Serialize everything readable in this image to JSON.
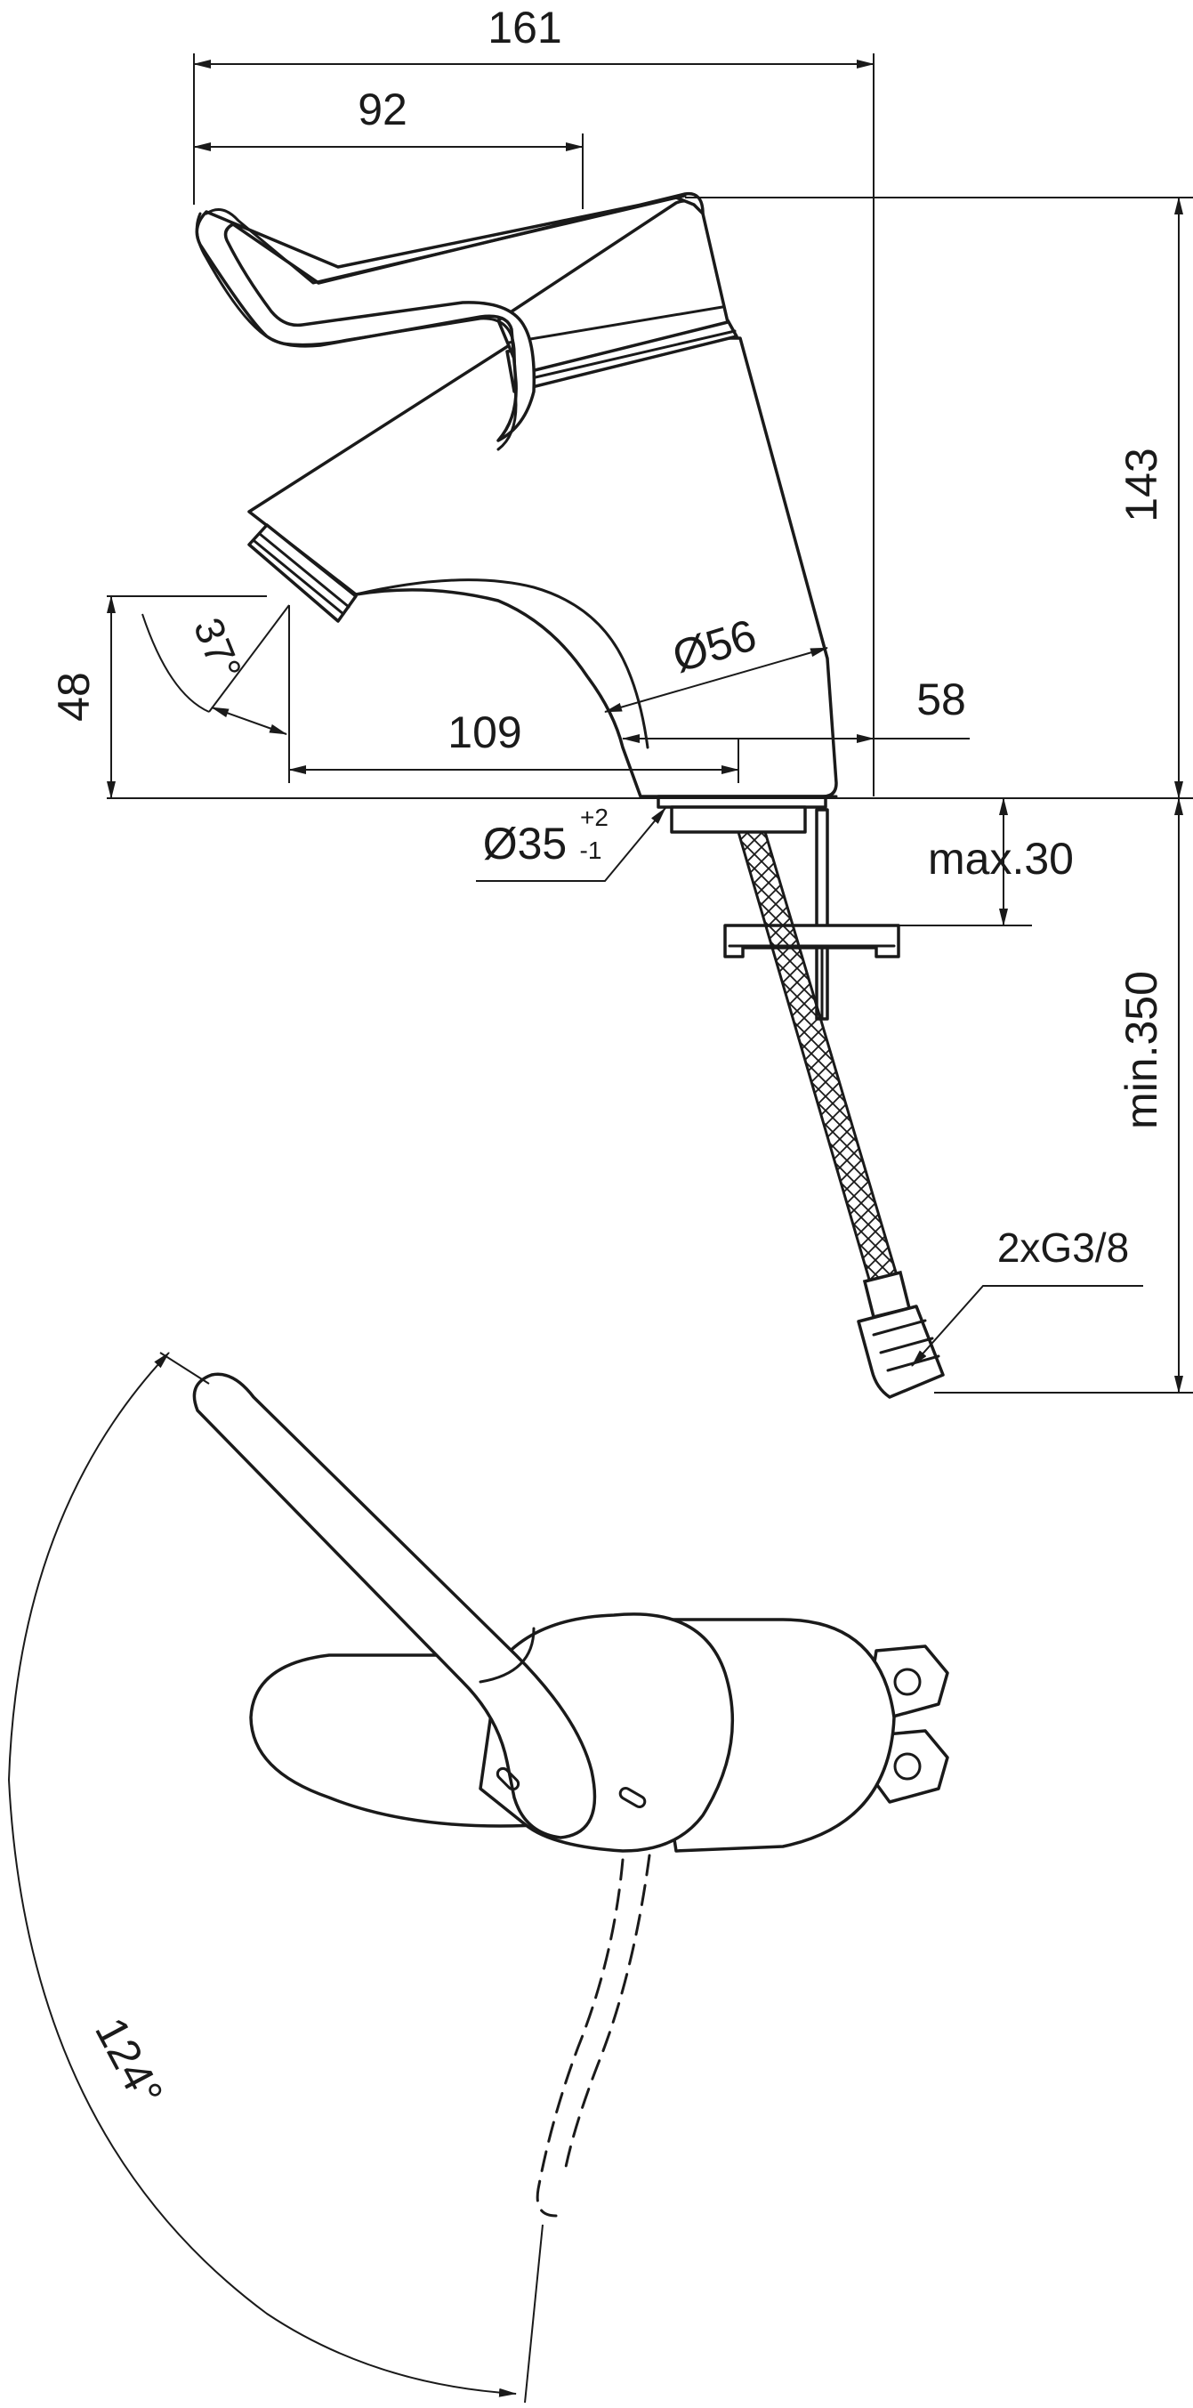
{
  "dimensions": {
    "overall_length": "161",
    "lever_length": "92",
    "height": "143",
    "aerator_height": "48",
    "spout_angle": "37°",
    "body_diameter": "Ø56",
    "spout_reach": "109",
    "base_offset": "58",
    "hole_diameter": "Ø35",
    "hole_tolerance_upper": "+2",
    "hole_tolerance_lower": "-1",
    "max_deck_thickness": "max.30",
    "min_hose_length": "min.350",
    "connection": "2xG3/8",
    "lever_swing_angle": "124°"
  }
}
